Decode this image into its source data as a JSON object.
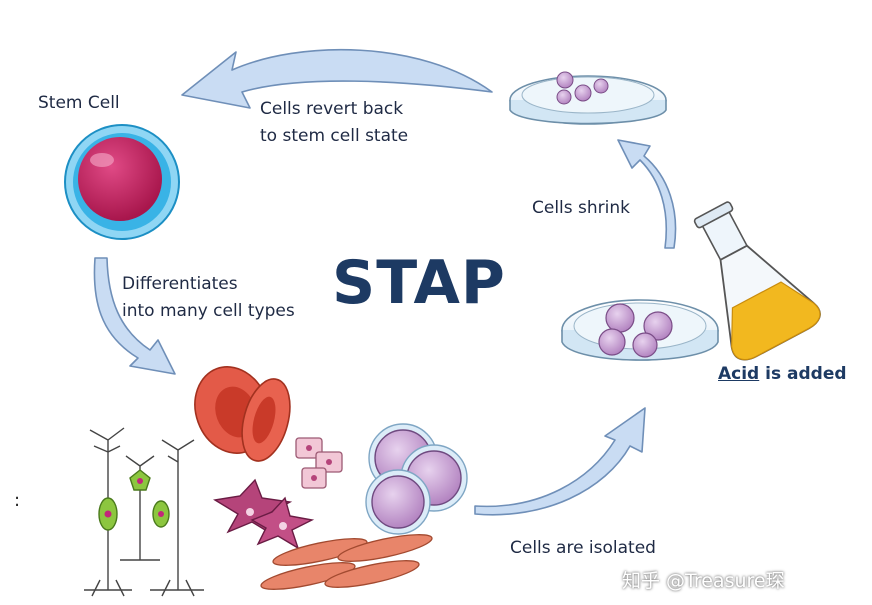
{
  "diagram": {
    "title": "STAP",
    "labels": {
      "stem_cell": "Stem Cell",
      "revert_line1": "Cells revert back",
      "revert_line2": "to stem cell state",
      "diff_line1": "Differentiates",
      "diff_line2": "into many cell types",
      "shrink": "Cells shrink",
      "acid_word": "Acid",
      "acid_rest": " is added",
      "isolated": "Cells are isolated"
    },
    "stray_mark": ":"
  },
  "watermark": "知乎 @Treasure琛",
  "colors": {
    "title": "#1d3a63",
    "text": "#1f2a44",
    "arrow_fill": "#c9dcf3",
    "arrow_stroke": "#6f8fb8",
    "stem_outer": "#39b3e6",
    "stem_inner": "#c8245f",
    "acid_liquid": "#f2b81f",
    "red_cell": "#e35a48",
    "cell_lilac": "#c99bd1",
    "muscle": "#e8856a",
    "neuron_green": "#8cc63f"
  }
}
